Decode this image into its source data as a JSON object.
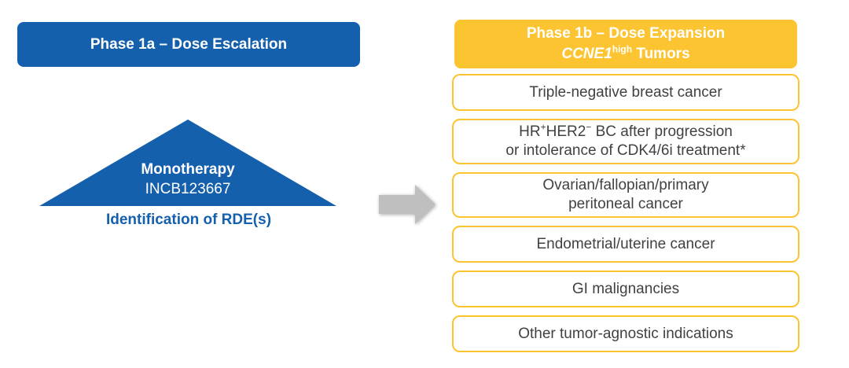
{
  "colors": {
    "phase1a_blue": "#1560AC",
    "phase1b_yellow": "#FDC431",
    "arrow_gray": "#BFBFBF",
    "cohort_text": "#414141",
    "header_text": "#FFFFFF"
  },
  "phase1a": {
    "header_label": "Phase 1a – Dose Escalation",
    "triangle_line1": "Monotherapy",
    "triangle_line2": "INCB123667",
    "caption": "Identification of RDE(s)"
  },
  "arrow": {
    "icon": "right-block-arrow"
  },
  "phase1b": {
    "header_line1": "Phase 1b – Dose Expansion",
    "gene": "CCNE1",
    "gene_sup": "high",
    "header_line2_suffix": " Tumors",
    "cohorts": [
      {
        "line1": "Triple-negative breast cancer"
      },
      {
        "pre": "HR",
        "sup1": "+",
        "mid": "HER2",
        "sup2": "−",
        "post": " BC after progression",
        "line2": "or intolerance of CDK4/6i treatment*"
      },
      {
        "line1": "Ovarian/fallopian/primary",
        "line2": "peritoneal cancer"
      },
      {
        "line1": "Endometrial/uterine cancer"
      },
      {
        "line1": "GI malignancies"
      },
      {
        "line1": "Other tumor-agnostic indications"
      }
    ]
  }
}
